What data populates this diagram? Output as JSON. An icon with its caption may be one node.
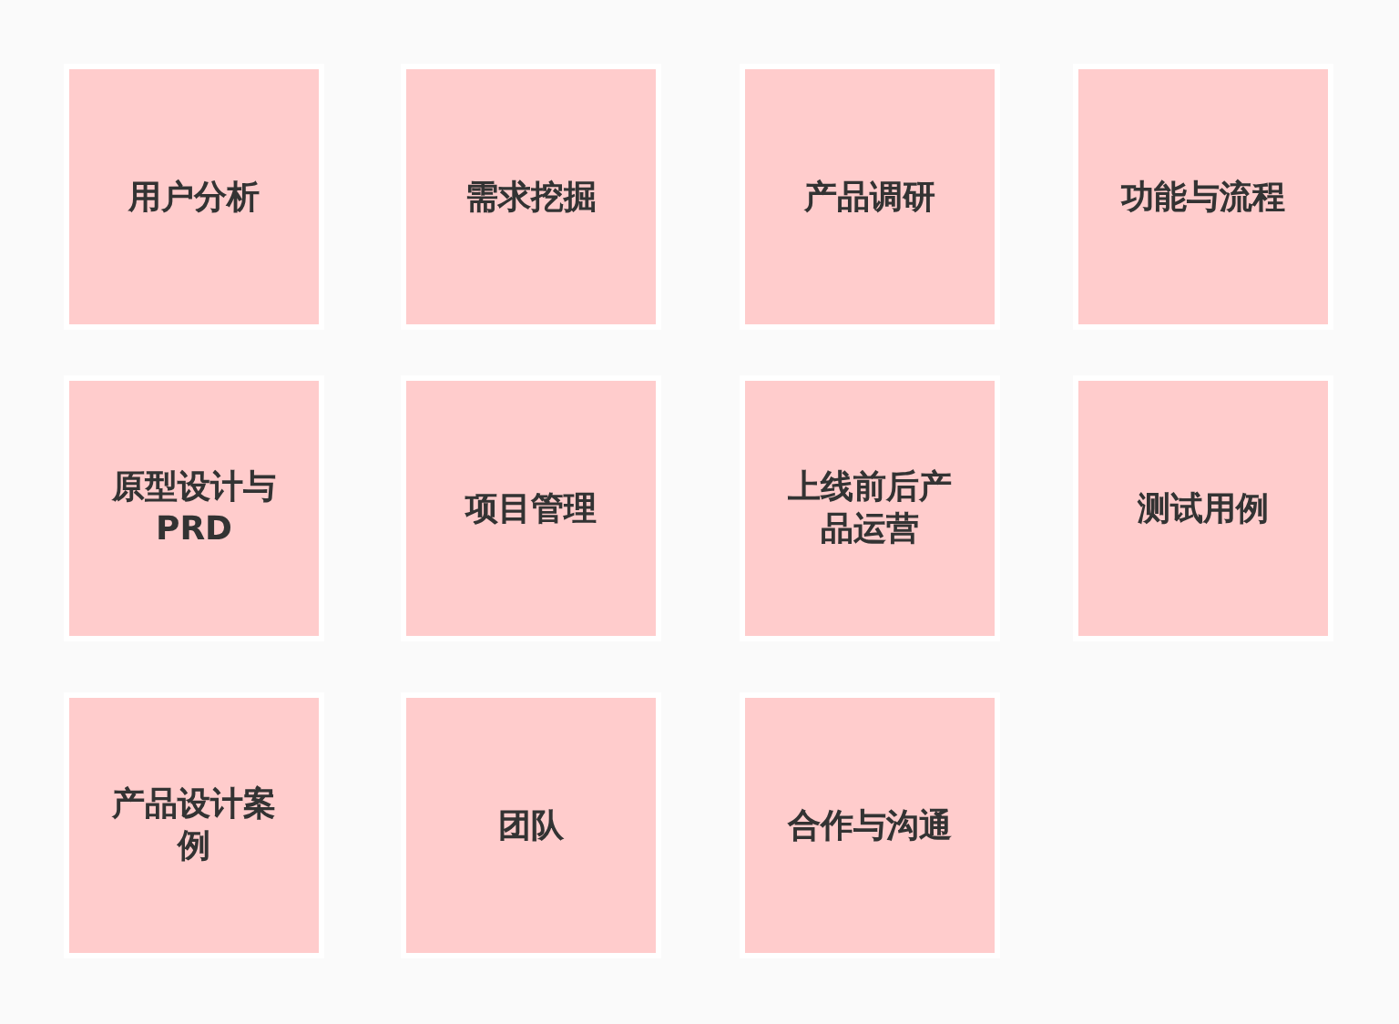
{
  "diagram": {
    "nodes": [
      {
        "text": [
          "用户分析"
        ]
      },
      {
        "text": [
          "需求挖掘"
        ]
      },
      {
        "text": [
          "产品调研"
        ]
      },
      {
        "text": [
          "功能与流程"
        ]
      },
      {
        "text": [
          "原型设计与PRD"
        ]
      },
      {
        "text": [
          "项目管理"
        ]
      },
      {
        "text": [
          "上线前后产品运营"
        ]
      },
      {
        "text": [
          "测试用例"
        ]
      },
      {
        "text": [
          "产品设计案例"
        ]
      },
      {
        "text": [
          "团队"
        ]
      },
      {
        "text": [
          "合作与沟通"
        ]
      }
    ]
  }
}
